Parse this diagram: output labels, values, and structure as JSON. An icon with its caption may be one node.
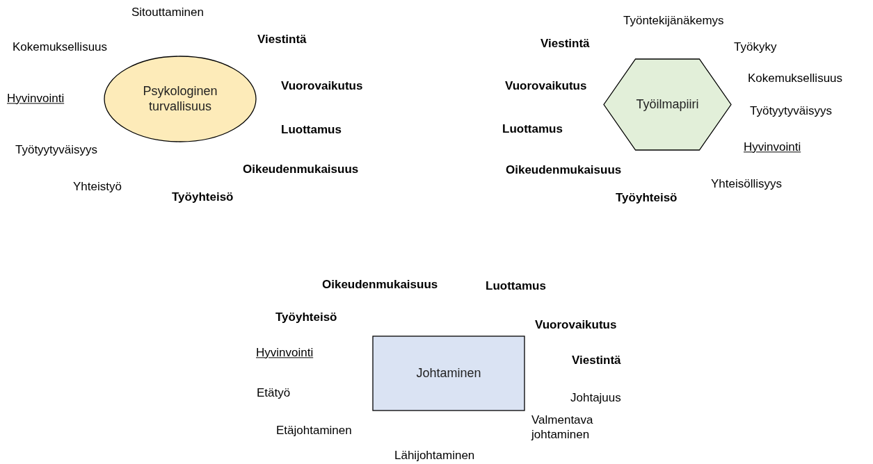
{
  "diagram": {
    "nodes": [
      {
        "text": [
          "Psykologinen turvallisuus"
        ]
      },
      {
        "text": [
          "Työilmapiiri"
        ]
      },
      {
        "text": [
          "Johtaminen"
        ]
      }
    ],
    "labels": [
      "Sitouttaminen",
      "Kokemuksellisuus",
      "Viestintä",
      "Vuorovaikutus",
      "Hyvinvointi",
      "Luottamus",
      "Työtyytyväisyys",
      "Oikeudenmukaisuus",
      "Yhteistyö",
      "Työyhteisö",
      "Työntekijänäkemys",
      "Viestintä",
      "Työkyky",
      "Vuorovaikutus",
      "Kokemuksellisuus",
      "Työtyytyväisyys",
      "Luottamus",
      "Hyvinvointi",
      "Oikeudenmukaisuus",
      "Yhteisöllisyys",
      "Työyhteisö",
      "Oikeudenmukaisuus",
      "Luottamus",
      "Työyhteisö",
      "Vuorovaikutus",
      "Hyvinvointi",
      "Viestintä",
      "Etätyö",
      "Johtajuus",
      "Etäjohtaminen",
      "Valmentava johtaminen",
      "Lähijohtaminen"
    ]
  }
}
